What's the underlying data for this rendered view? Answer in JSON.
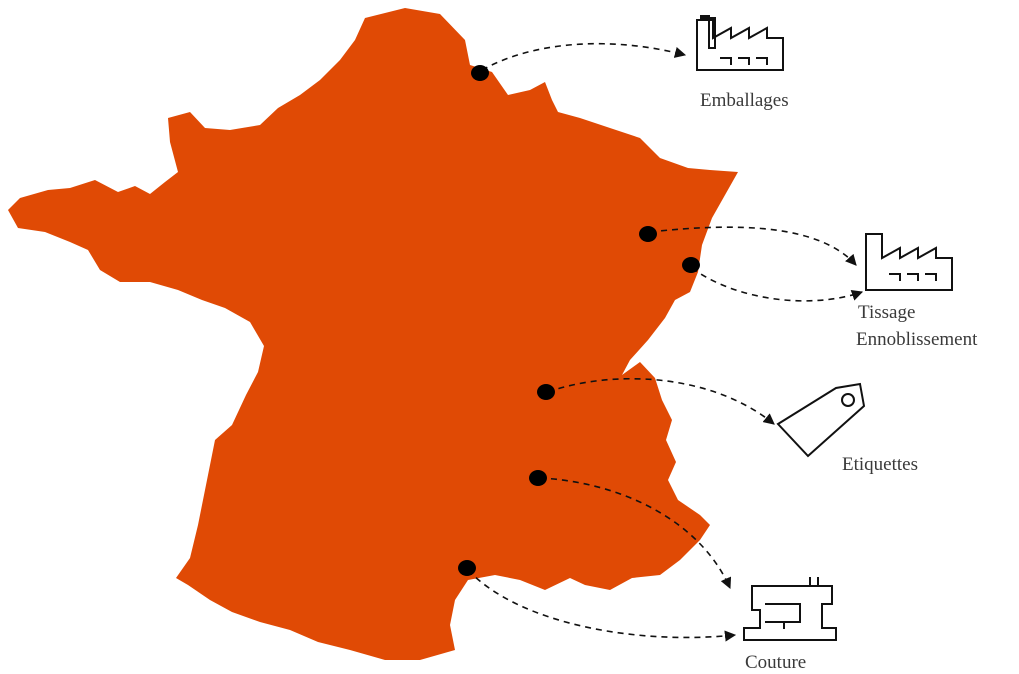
{
  "colors": {
    "land": "#E04A05",
    "marker": "#000000",
    "line": "#111111",
    "label": "#3a3a3a"
  },
  "destinations": [
    {
      "id": "emballages",
      "label": "Emballages",
      "icon": "factory-icon"
    },
    {
      "id": "tissage",
      "label": "Tissage",
      "label2": "Ennoblissement",
      "icon": "factory-icon"
    },
    {
      "id": "etiquettes",
      "label": "Etiquettes",
      "icon": "tag-icon"
    },
    {
      "id": "couture",
      "label": "Couture",
      "icon": "sewing-machine-icon"
    }
  ],
  "markers": [
    {
      "id": "north",
      "destination": "emballages"
    },
    {
      "id": "east-1",
      "destination": "tissage"
    },
    {
      "id": "east-2",
      "destination": "tissage"
    },
    {
      "id": "center-east",
      "destination": "etiquettes"
    },
    {
      "id": "south-east",
      "destination": "couture"
    },
    {
      "id": "south-west",
      "destination": "couture"
    }
  ]
}
